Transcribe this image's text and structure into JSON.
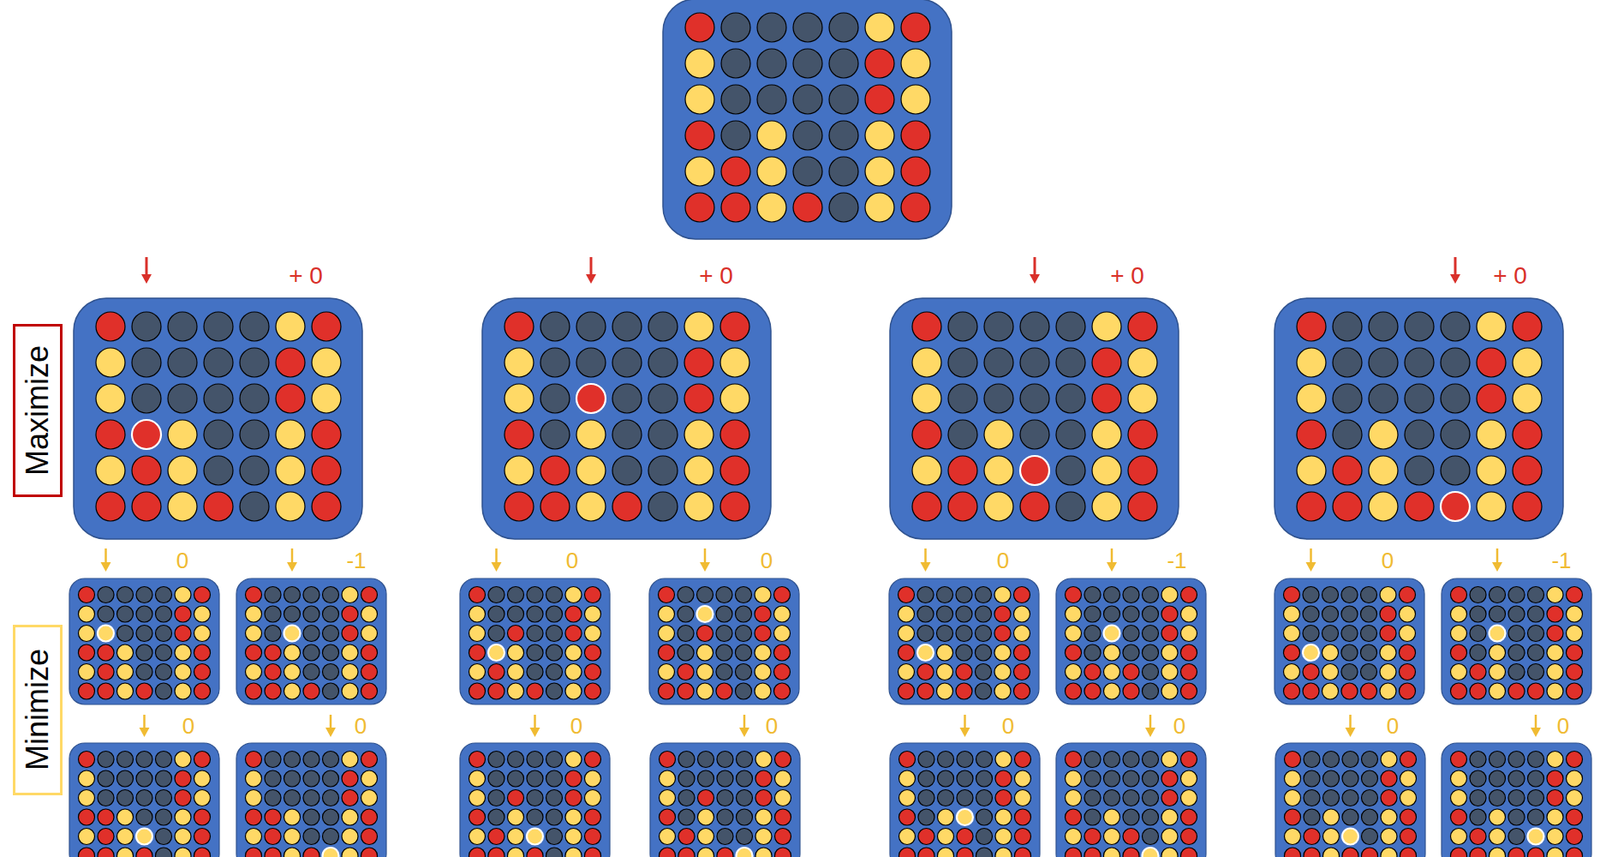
{
  "diagram": {
    "nodes": [
      {
        "text": [
          "Maximize"
        ]
      },
      {
        "text": [
          "Minimize"
        ]
      }
    ],
    "labels": [
      "+ 0",
      "+ 0",
      "+ 0",
      "+ 0",
      "0",
      "-1",
      "0",
      "0",
      "0",
      "-1",
      "0",
      "-1",
      "0",
      "0",
      "0",
      "0",
      "0",
      "0",
      "0",
      "0"
    ]
  }
}
